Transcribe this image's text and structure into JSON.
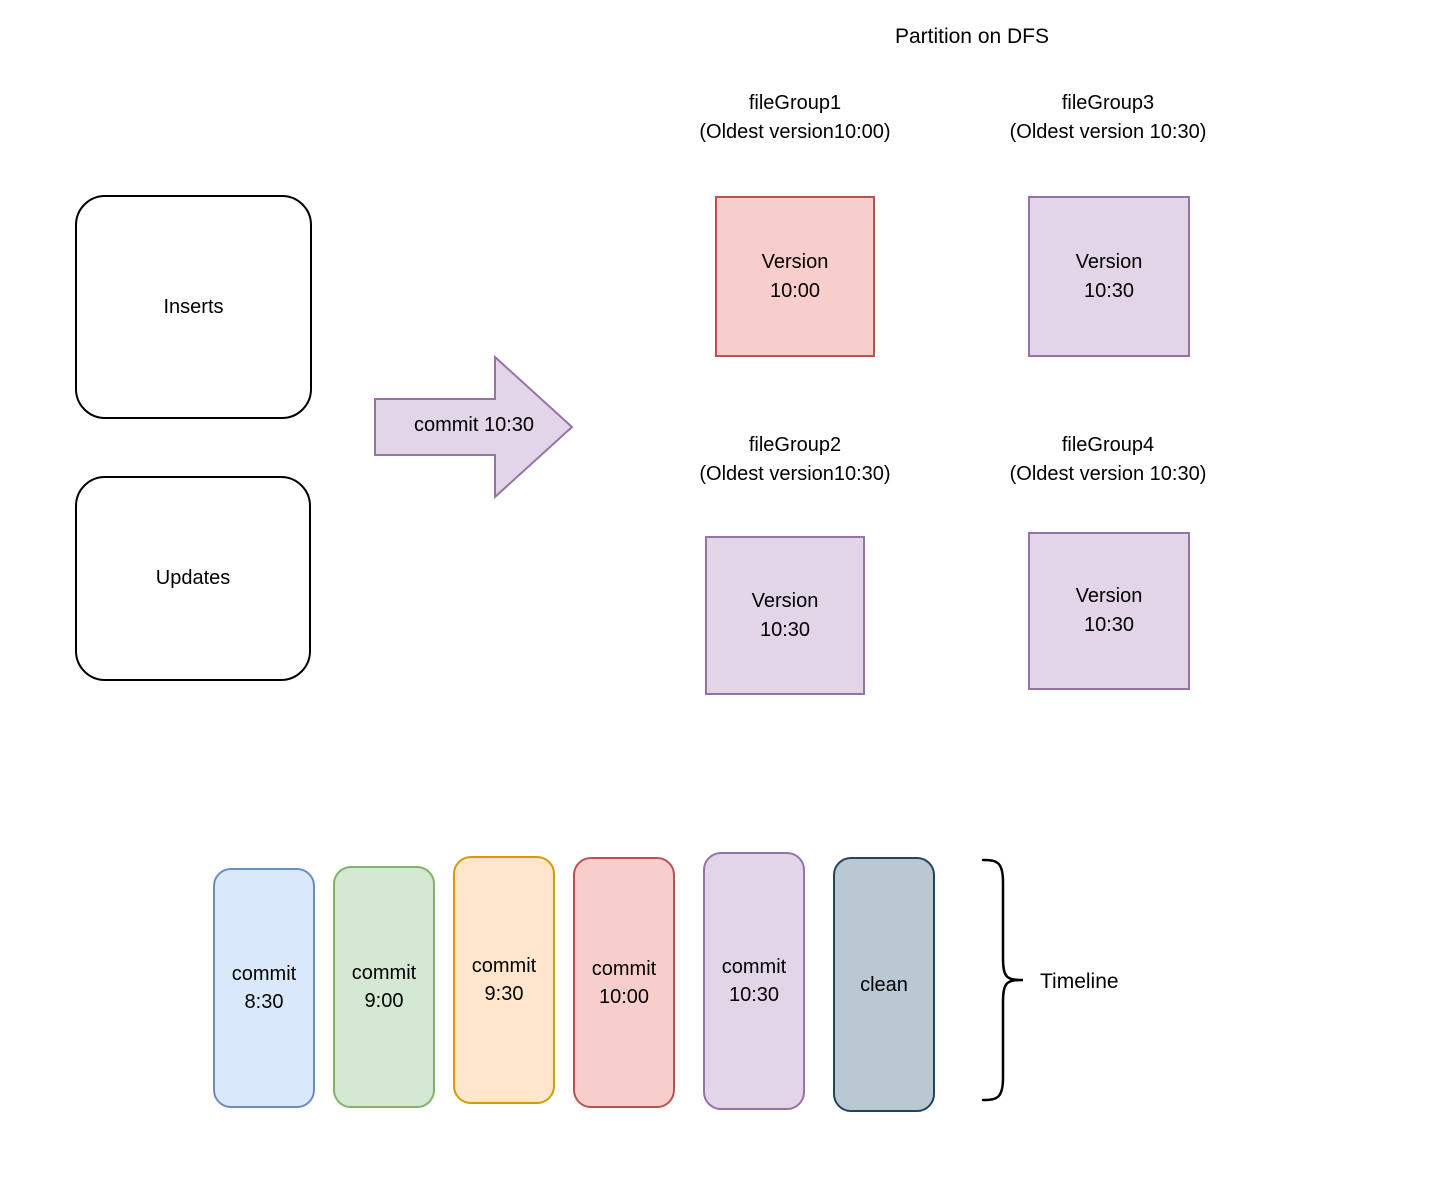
{
  "title": "Partition on DFS",
  "sources": {
    "inserts_label": "Inserts",
    "updates_label": "Updates"
  },
  "commit_arrow": {
    "label": "commit 10:30",
    "fill": "#e1d5e7",
    "stroke": "#9673a6"
  },
  "file_groups": [
    {
      "name": "fileGroup1",
      "subtitle": "(Oldest version10:00)",
      "version": {
        "line1": "Version",
        "line2": "10:00"
      },
      "fill": "#f8cecc",
      "stroke": "#b85450"
    },
    {
      "name": "fileGroup3",
      "subtitle": "(Oldest version 10:30)",
      "version": {
        "line1": "Version",
        "line2": "10:30"
      },
      "fill": "#e1d5e7",
      "stroke": "#9673a6"
    },
    {
      "name": "fileGroup2",
      "subtitle": "(Oldest version10:30)",
      "version": {
        "line1": "Version",
        "line2": "10:30"
      },
      "fill": "#e1d5e7",
      "stroke": "#9673a6"
    },
    {
      "name": "fileGroup4",
      "subtitle": "(Oldest version 10:30)",
      "version": {
        "line1": "Version",
        "line2": "10:30"
      },
      "fill": "#e1d5e7",
      "stroke": "#9673a6"
    }
  ],
  "timeline": {
    "label": "Timeline",
    "events": [
      {
        "line1": "commit",
        "line2": "8:30",
        "fill": "#dae8fc",
        "stroke": "#6c8ebf"
      },
      {
        "line1": "commit",
        "line2": "9:00",
        "fill": "#d5e8d4",
        "stroke": "#82b366"
      },
      {
        "line1": "commit",
        "line2": "9:30",
        "fill": "#ffe6cc",
        "stroke": "#d79b00"
      },
      {
        "line1": "commit",
        "line2": "10:00",
        "fill": "#f8cecc",
        "stroke": "#b85450"
      },
      {
        "line1": "commit",
        "line2": "10:30",
        "fill": "#e1d5e7",
        "stroke": "#9673a6"
      },
      {
        "line1": "clean",
        "fill": "#bac8d3",
        "stroke": "#23445d"
      }
    ]
  },
  "brace": {
    "stroke": "#000000"
  }
}
